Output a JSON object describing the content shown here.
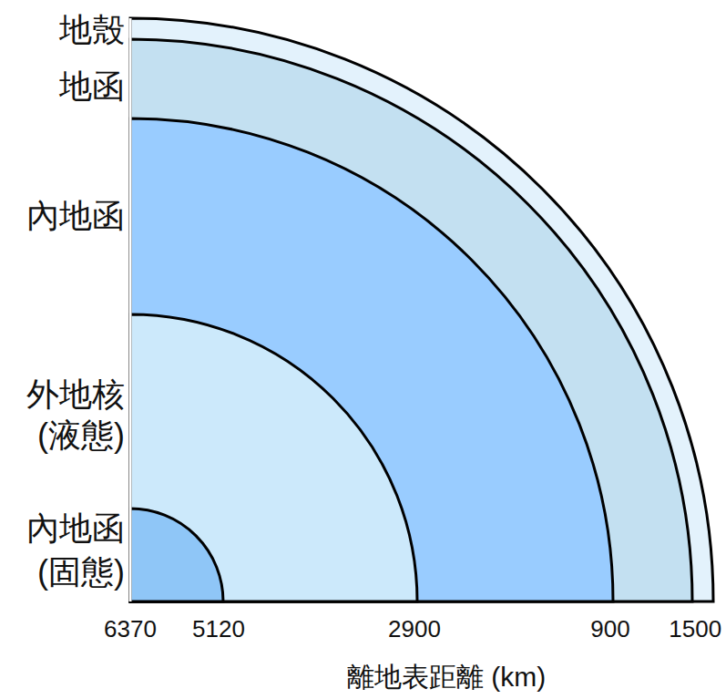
{
  "diagram": {
    "labels": [
      "地殼",
      "地函",
      "內地函",
      "外地核",
      "(液態)",
      "內地函",
      "(固態)",
      "6370",
      "5120",
      "2900",
      "900",
      "150",
      "0",
      "離地表距離 (km)"
    ]
  }
}
